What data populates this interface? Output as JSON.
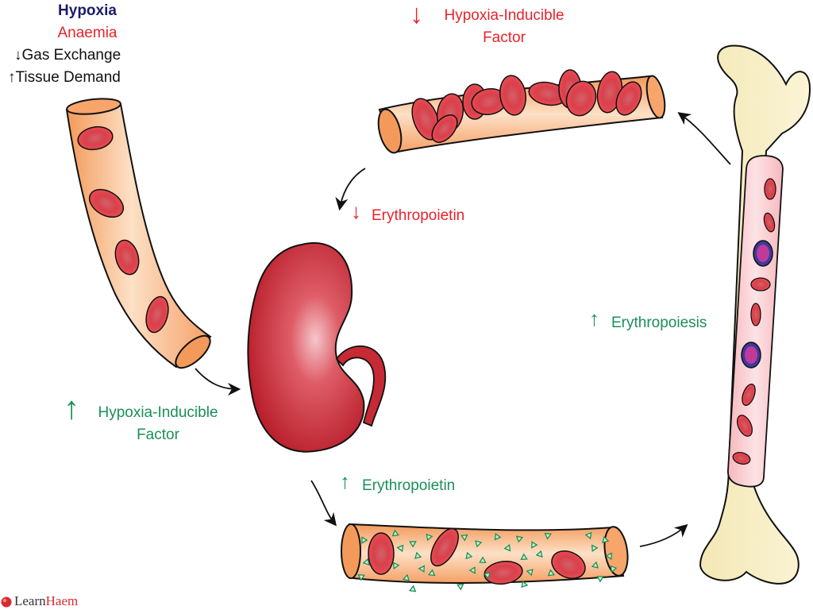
{
  "conditions": {
    "hypoxia": "Hypoxia",
    "anaemia": "Anaemia",
    "gas_exchange": "↓Gas Exchange",
    "tissue_demand": "↑Tissue Demand"
  },
  "labels": {
    "hif_down_arrow": "↓",
    "hif_down_line1": "Hypoxia-Inducible",
    "hif_down_line2": "Factor",
    "epo_down_arrow": "↓",
    "epo_down": "Erythropoietin",
    "hif_up_arrow": "↑",
    "hif_up_line1": "Hypoxia-Inducible",
    "hif_up_line2": "Factor",
    "epo_up_arrow": "↑",
    "epo_up": "Erythropoietin",
    "erythropoiesis_arrow": "↑",
    "erythropoiesis": "Erythropoiesis"
  },
  "logo": {
    "text_learn": "Learn",
    "text_haem": "Haem"
  },
  "colors": {
    "vessel_fill": "#f7a56a",
    "rbc_fill": "#e0474f",
    "kidney_fill": "#c72a34",
    "bone_fill": "#f6ecbf",
    "increase": "#1a8f5a",
    "decrease": "#e8232b"
  }
}
